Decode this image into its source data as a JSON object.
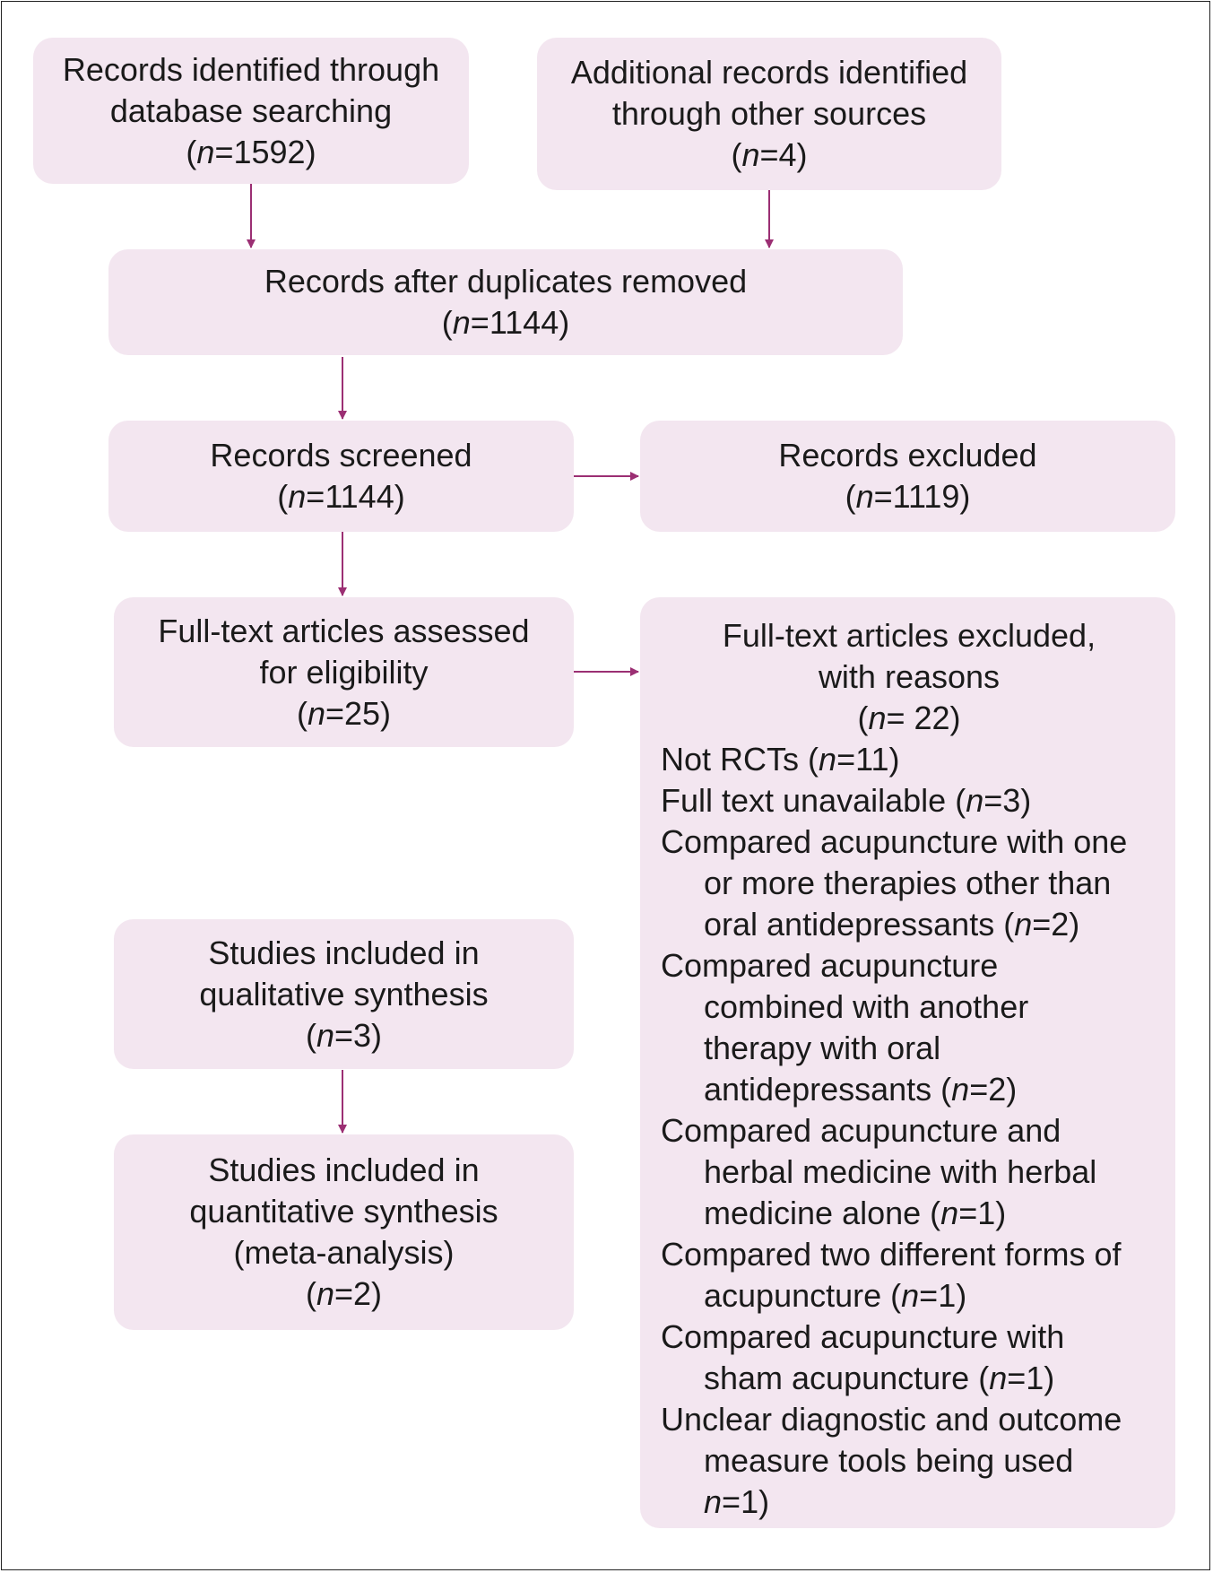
{
  "accent_color": "#9b2f73",
  "box_color": "#f3e6f0",
  "identification": {
    "database": {
      "lines": [
        "Records identified through",
        "database searching"
      ],
      "n": "1592"
    },
    "other": {
      "lines": [
        "Additional records identified",
        "through other sources"
      ],
      "n": "4"
    }
  },
  "duplicates_removed": {
    "lines": [
      "Records after duplicates removed"
    ],
    "n": "1144"
  },
  "screened": {
    "lines": [
      "Records screened"
    ],
    "n": "1144"
  },
  "excluded": {
    "lines": [
      "Records excluded"
    ],
    "n": "1119"
  },
  "eligibility": {
    "lines": [
      "Full-text articles assessed",
      "for eligibility"
    ],
    "n": "25"
  },
  "fulltext_excluded": {
    "lines": [
      "Full-text articles excluded,",
      "with reasons"
    ],
    "n": "22",
    "reasons": [
      {
        "lines": [
          "Not RCTs"
        ],
        "n": "11"
      },
      {
        "lines": [
          "Full text unavailable"
        ],
        "n": "3"
      },
      {
        "lines": [
          "Compared acupuncture with one",
          "or more therapies other than",
          "oral antidepressants"
        ],
        "n": "2"
      },
      {
        "lines": [
          "Compared acupuncture",
          "combined with another",
          "therapy with oral",
          "antidepressants"
        ],
        "n": "2"
      },
      {
        "lines": [
          "Compared acupuncture and",
          "herbal medicine with herbal",
          "medicine alone"
        ],
        "n": "1"
      },
      {
        "lines": [
          "Compared two different forms of",
          "acupuncture"
        ],
        "n": "1"
      },
      {
        "lines": [
          "Compared acupuncture with",
          "sham acupuncture"
        ],
        "n": "1"
      },
      {
        "lines": [
          "Unclear diagnostic and outcome",
          "measure tools being used",
          ""
        ],
        "n": "1"
      }
    ]
  },
  "qualitative": {
    "lines": [
      "Studies included in",
      "qualitative synthesis"
    ],
    "n": "3"
  },
  "quantitative": {
    "lines": [
      "Studies included in",
      "quantitative synthesis",
      "(meta-analysis)"
    ],
    "n": "2"
  }
}
